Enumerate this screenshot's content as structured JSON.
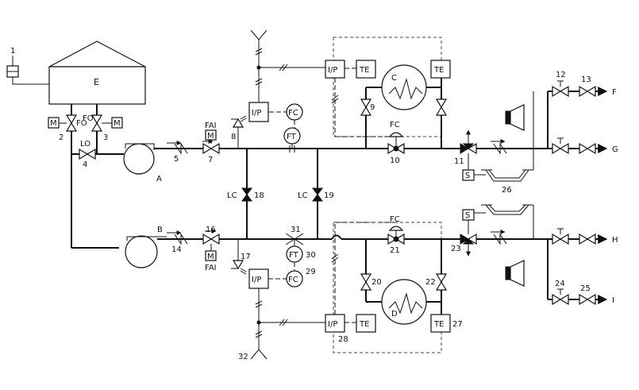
{
  "tank": {
    "label": "E"
  },
  "pumps": {
    "a": "A",
    "b": "B"
  },
  "heat_exchangers": {
    "c": "C",
    "d": "D"
  },
  "outlets": {
    "f": "F",
    "g": "G",
    "h": "H",
    "i": "I"
  },
  "tags": {
    "fo": "FO",
    "lo": "LO",
    "lc": "LC",
    "fc": "FC",
    "fai": "FAI",
    "motor": "M",
    "ip": "I/P",
    "ft": "FT",
    "te": "TE",
    "s": "S"
  },
  "numbers": {
    "n1": "1",
    "n2": "2",
    "n3": "3",
    "n4": "4",
    "n5": "5",
    "n7": "7",
    "n8": "8",
    "n9": "9",
    "n10": "10",
    "n11": "11",
    "n12": "12",
    "n13": "13",
    "n14": "14",
    "n16": "16",
    "n17": "17",
    "n18": "18",
    "n19": "19",
    "n20": "20",
    "n21": "21",
    "n22": "22",
    "n23": "23",
    "n24": "24",
    "n25": "25",
    "n26": "26",
    "n27": "27",
    "n28": "28",
    "n29": "29",
    "n30": "30",
    "n31": "31",
    "n32": "32"
  }
}
